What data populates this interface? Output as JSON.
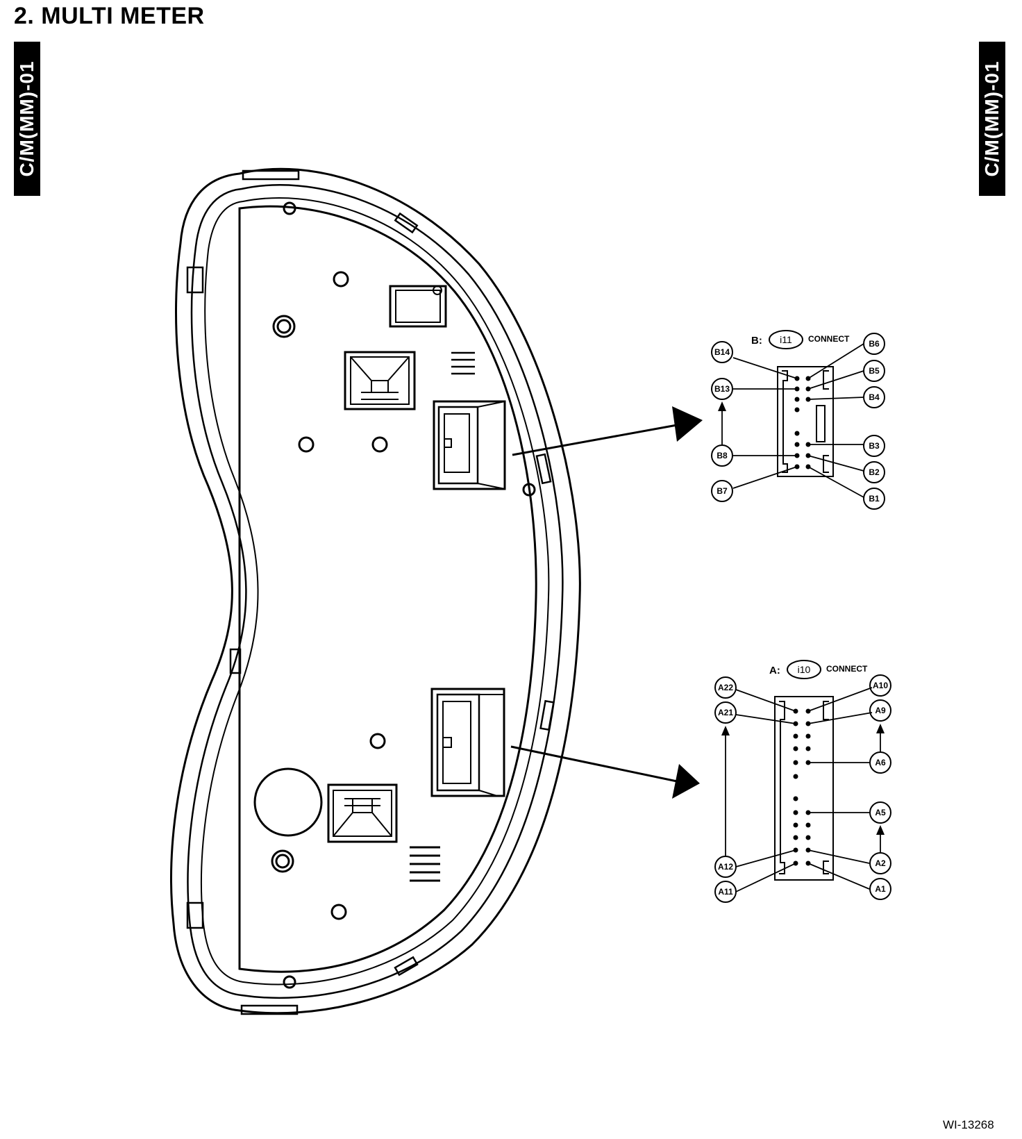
{
  "title": "2.  MULTI METER",
  "side_tab": "C/M(MM)-01",
  "footer_code": "WI-13268",
  "connector_b": {
    "prefix": "B:",
    "id": "i11",
    "suffix": "CONNECT",
    "pins": [
      "B14",
      "B13",
      "B8",
      "B7",
      "B6",
      "B5",
      "B4",
      "B3",
      "B2",
      "B1"
    ]
  },
  "connector_a": {
    "prefix": "A:",
    "id": "i10",
    "suffix": "CONNECT",
    "pins": [
      "A22",
      "A21",
      "A12",
      "A11",
      "A10",
      "A9",
      "A6",
      "A5",
      "A2",
      "A1"
    ]
  }
}
